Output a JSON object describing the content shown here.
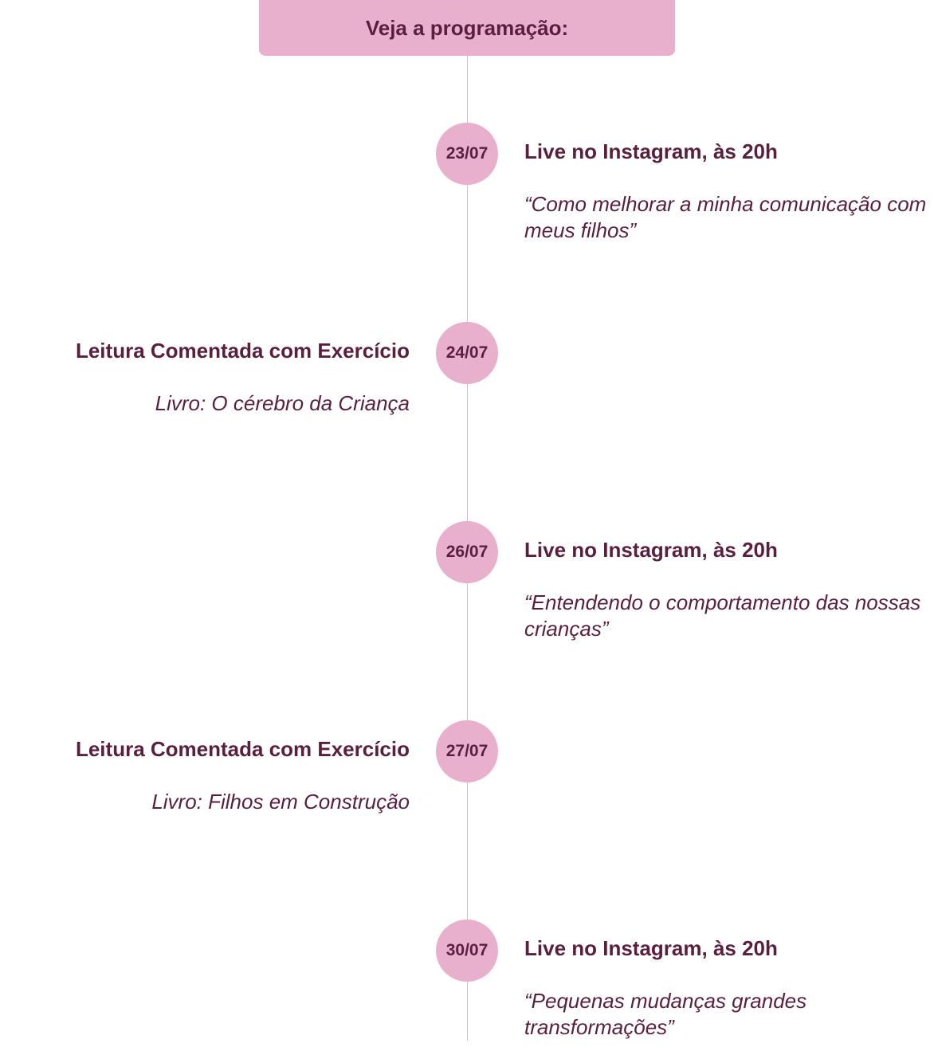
{
  "header": {
    "title": "Veja a programação:"
  },
  "events": [
    {
      "date": "23/07",
      "title": "Live no Instagram, às 20h",
      "description": "“Como melhorar a minha comunicação com meus filhos”"
    },
    {
      "date": "24/07",
      "title": "Leitura Comentada com Exercício",
      "description": "Livro: O cérebro da Criança"
    },
    {
      "date": "26/07",
      "title": "Live no Instagram, às 20h",
      "description": "“Entendendo o comportamento das nossas crianças”"
    },
    {
      "date": "27/07",
      "title": "Leitura Comentada com Exercício",
      "description": "Livro: Filhos em Construção"
    },
    {
      "date": "30/07",
      "title": "Live no Instagram, às 20h",
      "description": "“Pequenas mudanças grandes transformações”"
    }
  ],
  "colors": {
    "accent_pink": "#e9b0cd",
    "text_plum": "#5a1f3e",
    "line": "#d9bccb"
  }
}
